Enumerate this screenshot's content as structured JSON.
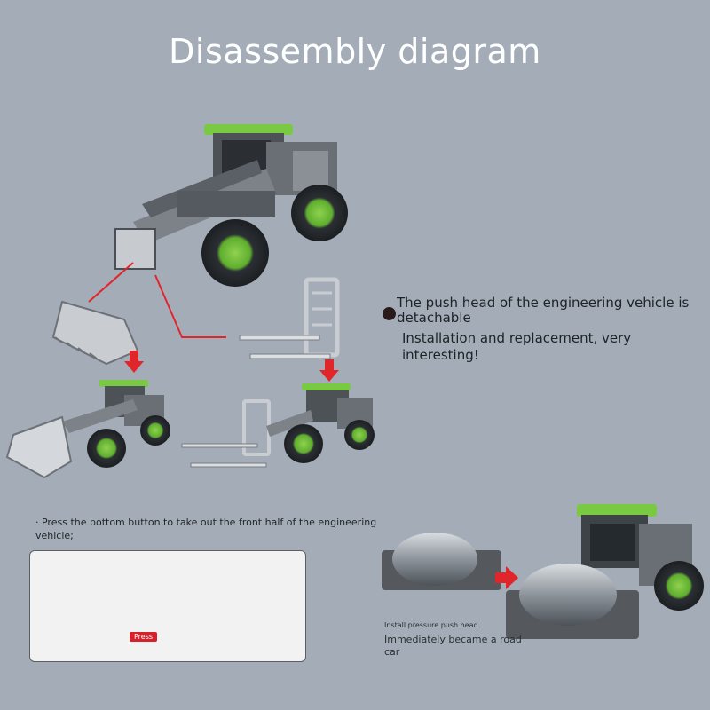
{
  "title": "Disassembly diagram",
  "description": {
    "line1": "The push head of the engineering vehicle is detachable",
    "line2": "Installation and replacement, very interesting!"
  },
  "instruction": "· Press the bottom button to take out the front half of the engineering vehicle;",
  "panel": {
    "press_label": "Press"
  },
  "roller": {
    "install_label": "Install pressure push head",
    "result_label": "Immediately became a road car"
  },
  "colors": {
    "background": "#a4adb7",
    "accent_green": "#7ac943",
    "arrow_red": "#e0262b",
    "body_gray": "#5d6166"
  }
}
